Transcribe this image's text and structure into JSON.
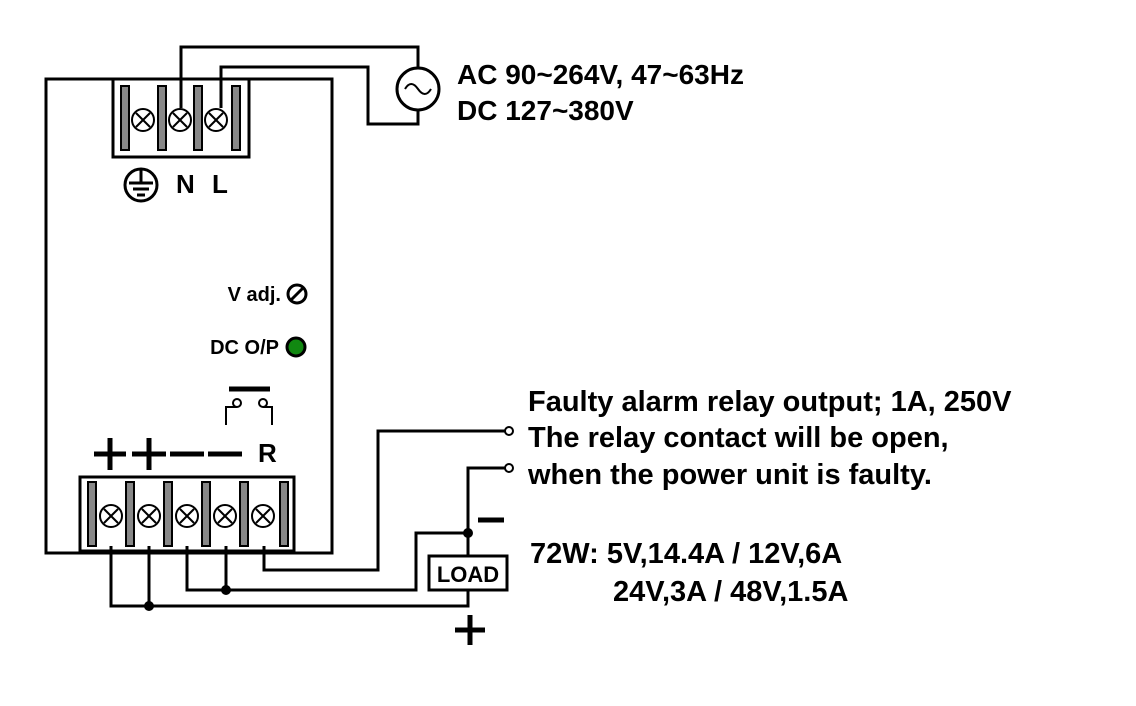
{
  "input": {
    "line1": "AC 90~264V, 47~63Hz",
    "line2": "DC 127~380V",
    "terminal_n": "N",
    "terminal_l": "L"
  },
  "panel": {
    "vadj": "V adj.",
    "dcop": "DC O/P",
    "relay_mark": "R",
    "led_color": "#118811"
  },
  "relay": {
    "line1": "Faulty alarm relay output; 1A, 250V",
    "line2": "The relay contact will be open,",
    "line3": "when the power unit is faulty."
  },
  "load": {
    "label": "LOAD",
    "minus": "−",
    "plus": "+"
  },
  "ratings": {
    "line1": "72W: 5V,14.4A / 12V,6A",
    "line2": "24V,3A / 48V,1.5A"
  },
  "icons": [
    "ground-icon",
    "ac-source-icon",
    "adjust-icon",
    "led-icon"
  ]
}
